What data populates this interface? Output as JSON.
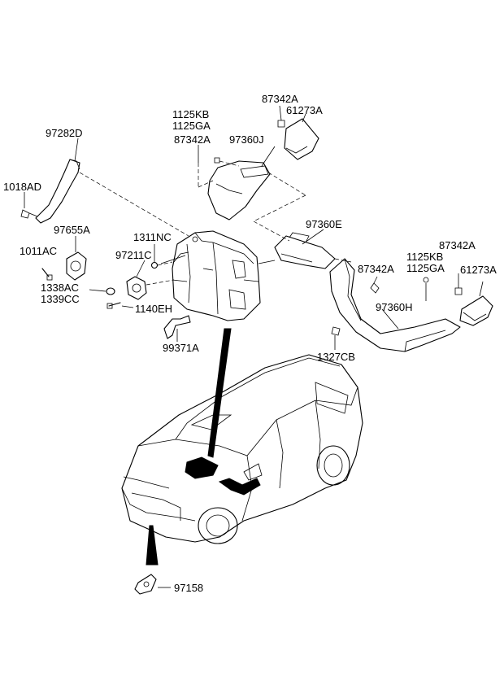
{
  "labels": {
    "l97282d": "97282D",
    "l1018ad": "1018AD",
    "l97655a": "97655A",
    "l1011ac": "1011AC",
    "l1338ac": "1338AC",
    "l1339cc": "1339CC",
    "l1311nc": "1311NC",
    "l97211c": "97211C",
    "l1140eh": "1140EH",
    "l99371a": "99371A",
    "l1125kb_a": "1125KB",
    "l1125ga_a": "1125GA",
    "l87342a_a": "87342A",
    "l61273a_a": "61273A",
    "l87342a_b": "87342A",
    "l97360j": "97360J",
    "l97360e": "97360E",
    "l87342a_c": "87342A",
    "l1125kb_b": "1125KB",
    "l1125ga_b": "1125GA",
    "l87342a_d": "87342A",
    "l61273a_b": "61273A",
    "l97360h": "97360H",
    "l1327cb": "1327CB",
    "l97158": "97158"
  }
}
